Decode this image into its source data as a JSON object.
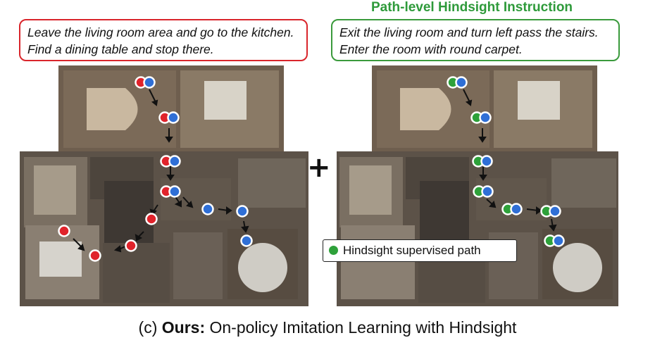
{
  "heading_right": "Path-level Hindsight Instruction",
  "instruction_left": "Leave the living room area and go to the kitchen. Find a dining table and stop there.",
  "instruction_right": "Exit the living room and turn left pass the stairs. Enter the room with round carpet.",
  "legend_label": "Hindsight supervised path",
  "caption_prefix": "(c) ",
  "caption_bold": "Ours:",
  "caption_rest": " On-policy Imitation Learning with Hindsight",
  "plus_symbol": "+",
  "colors": {
    "red": "#e0232b",
    "blue": "#2f6fd6",
    "green": "#2ea13a",
    "red_border": "#d9252b",
    "green_border": "#3a9a3c"
  }
}
